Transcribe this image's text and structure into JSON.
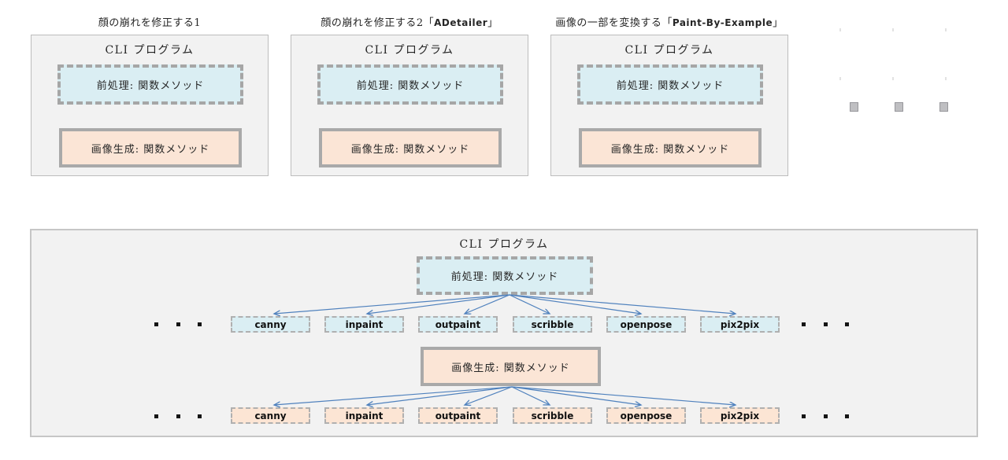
{
  "shared": {
    "cli_header": "CLI プログラム",
    "preprocess_label": "前処理: 関数メソッド",
    "generate_label": "画像生成: 関数メソッド"
  },
  "cards": [
    {
      "title": {
        "prefix": "顔の崩れを修正する1",
        "strong": "",
        "suffix": ""
      }
    },
    {
      "title": {
        "prefix": "顔の崩れを修正する2「",
        "strong": "ADetailer",
        "suffix": "」"
      }
    },
    {
      "title": {
        "prefix": "画像の一部を変換する「",
        "strong": "Paint-By-Example",
        "suffix": "」"
      }
    }
  ],
  "diagram": {
    "header": "CLI プログラム",
    "preprocess_label": "前処理: 関数メソッド",
    "generate_label": "画像生成: 関数メソッド",
    "preprocess_children": [
      "canny",
      "inpaint",
      "outpaint",
      "scribble",
      "openpose",
      "pix2pix"
    ],
    "generate_children": [
      "canny",
      "inpaint",
      "outpaint",
      "scribble",
      "openpose",
      "pix2pix"
    ]
  },
  "icons": {
    "continuation_dot": "small-black-square-ellipsis",
    "more_boxes_marker": "gray-square",
    "faint_tick": "light-gray-tick",
    "arrow": "blue-open-arrowhead"
  },
  "colors": {
    "preprocess_fill": "#daeef3",
    "generate_fill": "#fbe5d6",
    "box_fill": "#f2f2f2",
    "border_gray": "#a6a6a6",
    "arrow_blue": "#4f81bd"
  }
}
